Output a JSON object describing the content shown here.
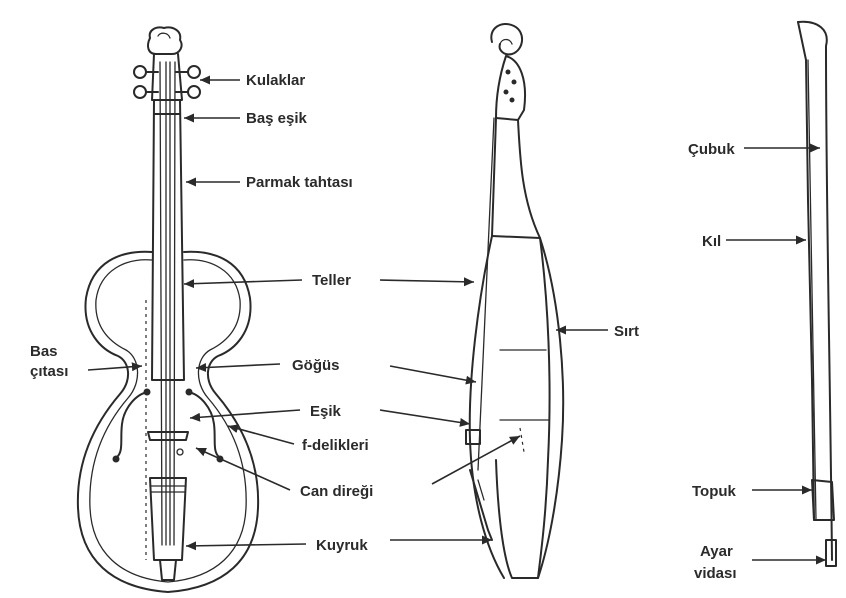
{
  "labels": {
    "kulaklar": "Kulaklar",
    "bas_esik": "Baş eşik",
    "parmak_tahtasi": "Parmak tahtası",
    "teller": "Teller",
    "bas_citasi_1": "Bas",
    "bas_citasi_2": "çıtası",
    "gogus": "Göğüs",
    "esik": "Eşik",
    "f_delikleri": "f-delikleri",
    "can_diregi": "Can direği",
    "kuyruk": "Kuyruk",
    "sirt": "Sırt",
    "cubuk": "Çubuk",
    "kil": "Kıl",
    "topuk": "Topuk",
    "ayar_vidasi_1": "Ayar",
    "ayar_vidasi_2": "vidası"
  }
}
